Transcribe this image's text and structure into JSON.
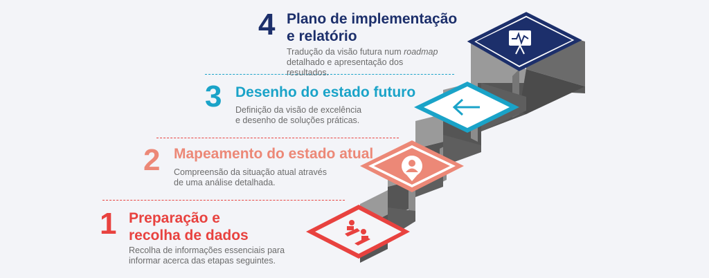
{
  "steps": [
    {
      "number": "1",
      "title_line1": "Preparação e",
      "title_line2": "recolha de dados",
      "desc_line1": "Recolha de informações essenciais para",
      "desc_line2": "informar acerca das etapas seguintes.",
      "color": "#e8423f",
      "icon": "people-at-table-icon"
    },
    {
      "number": "2",
      "title_line1": "Mapeamento do estado atual",
      "desc_line1": "Compreensão da situação atual através",
      "desc_line2": "de uma análise detalhada.",
      "color": "#ec8877",
      "icon": "location-pin-person-icon"
    },
    {
      "number": "3",
      "title_line1": "Desenho do estado futuro",
      "desc_line1": "Definição da visão de excelência",
      "desc_line2": "e desenho de soluções práticas.",
      "color": "#1aa3c8",
      "icon": "arrow-left-icon"
    },
    {
      "number": "4",
      "title_line1": "Plano de implementação",
      "title_line2": "e relatório",
      "desc_line1a": "Tradução da visão futura num ",
      "desc_line1b": "roadmap",
      "desc_line2": "detalhado e apresentação dos",
      "desc_line3": "resultados.",
      "color": "#1c2f6b",
      "icon": "presentation-board-icon"
    }
  ]
}
